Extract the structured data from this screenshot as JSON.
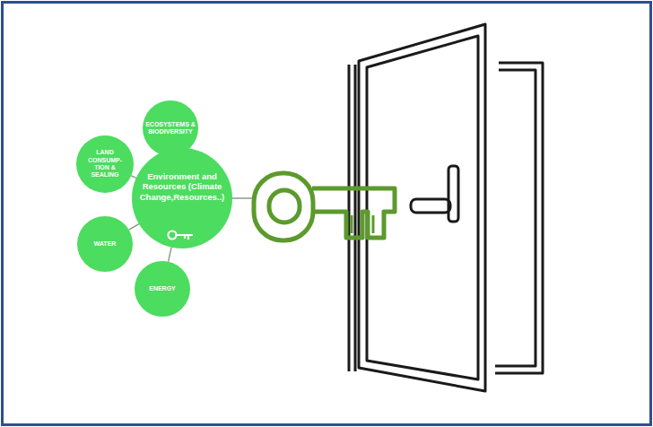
{
  "diagram": {
    "nodes": [
      {
        "text": [
          "ECOSYSTEMS & BIODIVERSITY"
        ]
      },
      {
        "text": [
          "LAND CONSUMP- TION & SEALING"
        ]
      },
      {
        "text": [
          "Environment and Resources (Climate Change,Resources..)"
        ]
      },
      {
        "text": [
          "WATER"
        ]
      },
      {
        "text": [
          "ENERGY"
        ]
      }
    ],
    "edges": [
      {
        "from": 2,
        "to": 0,
        "arrow": "none"
      },
      {
        "from": 2,
        "to": 1,
        "arrow": "none"
      },
      {
        "from": 2,
        "to": 3,
        "arrow": "none"
      },
      {
        "from": 2,
        "to": 4,
        "arrow": "none"
      }
    ]
  }
}
